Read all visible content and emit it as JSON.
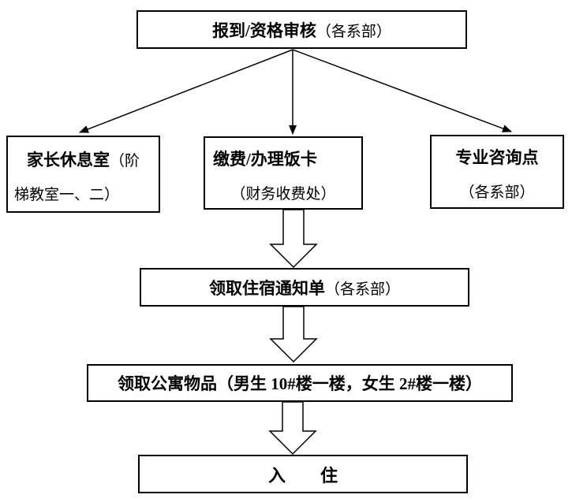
{
  "colors": {
    "background": "#ffffff",
    "line": "#000000",
    "text": "#000000"
  },
  "flowchart": {
    "register": {
      "main": "报到/资格审核",
      "sub": "（各系部）"
    },
    "parent_lounge": {
      "line1_main": "家长休息室",
      "line1_sub": "（阶",
      "line2": "梯教室一、二）"
    },
    "payment": {
      "main": "缴费/办理饭卡",
      "sub": "（财务收费处）"
    },
    "consult": {
      "main": "专业咨询点",
      "sub": "（各系部）"
    },
    "notice": {
      "main": "领取住宿通知单",
      "sub": "（各系部）"
    },
    "apartment_items": {
      "main": "领取公寓物品（男生 10#楼一楼，女生 2#楼一楼）"
    },
    "check_in": {
      "main": "入　　住"
    }
  }
}
